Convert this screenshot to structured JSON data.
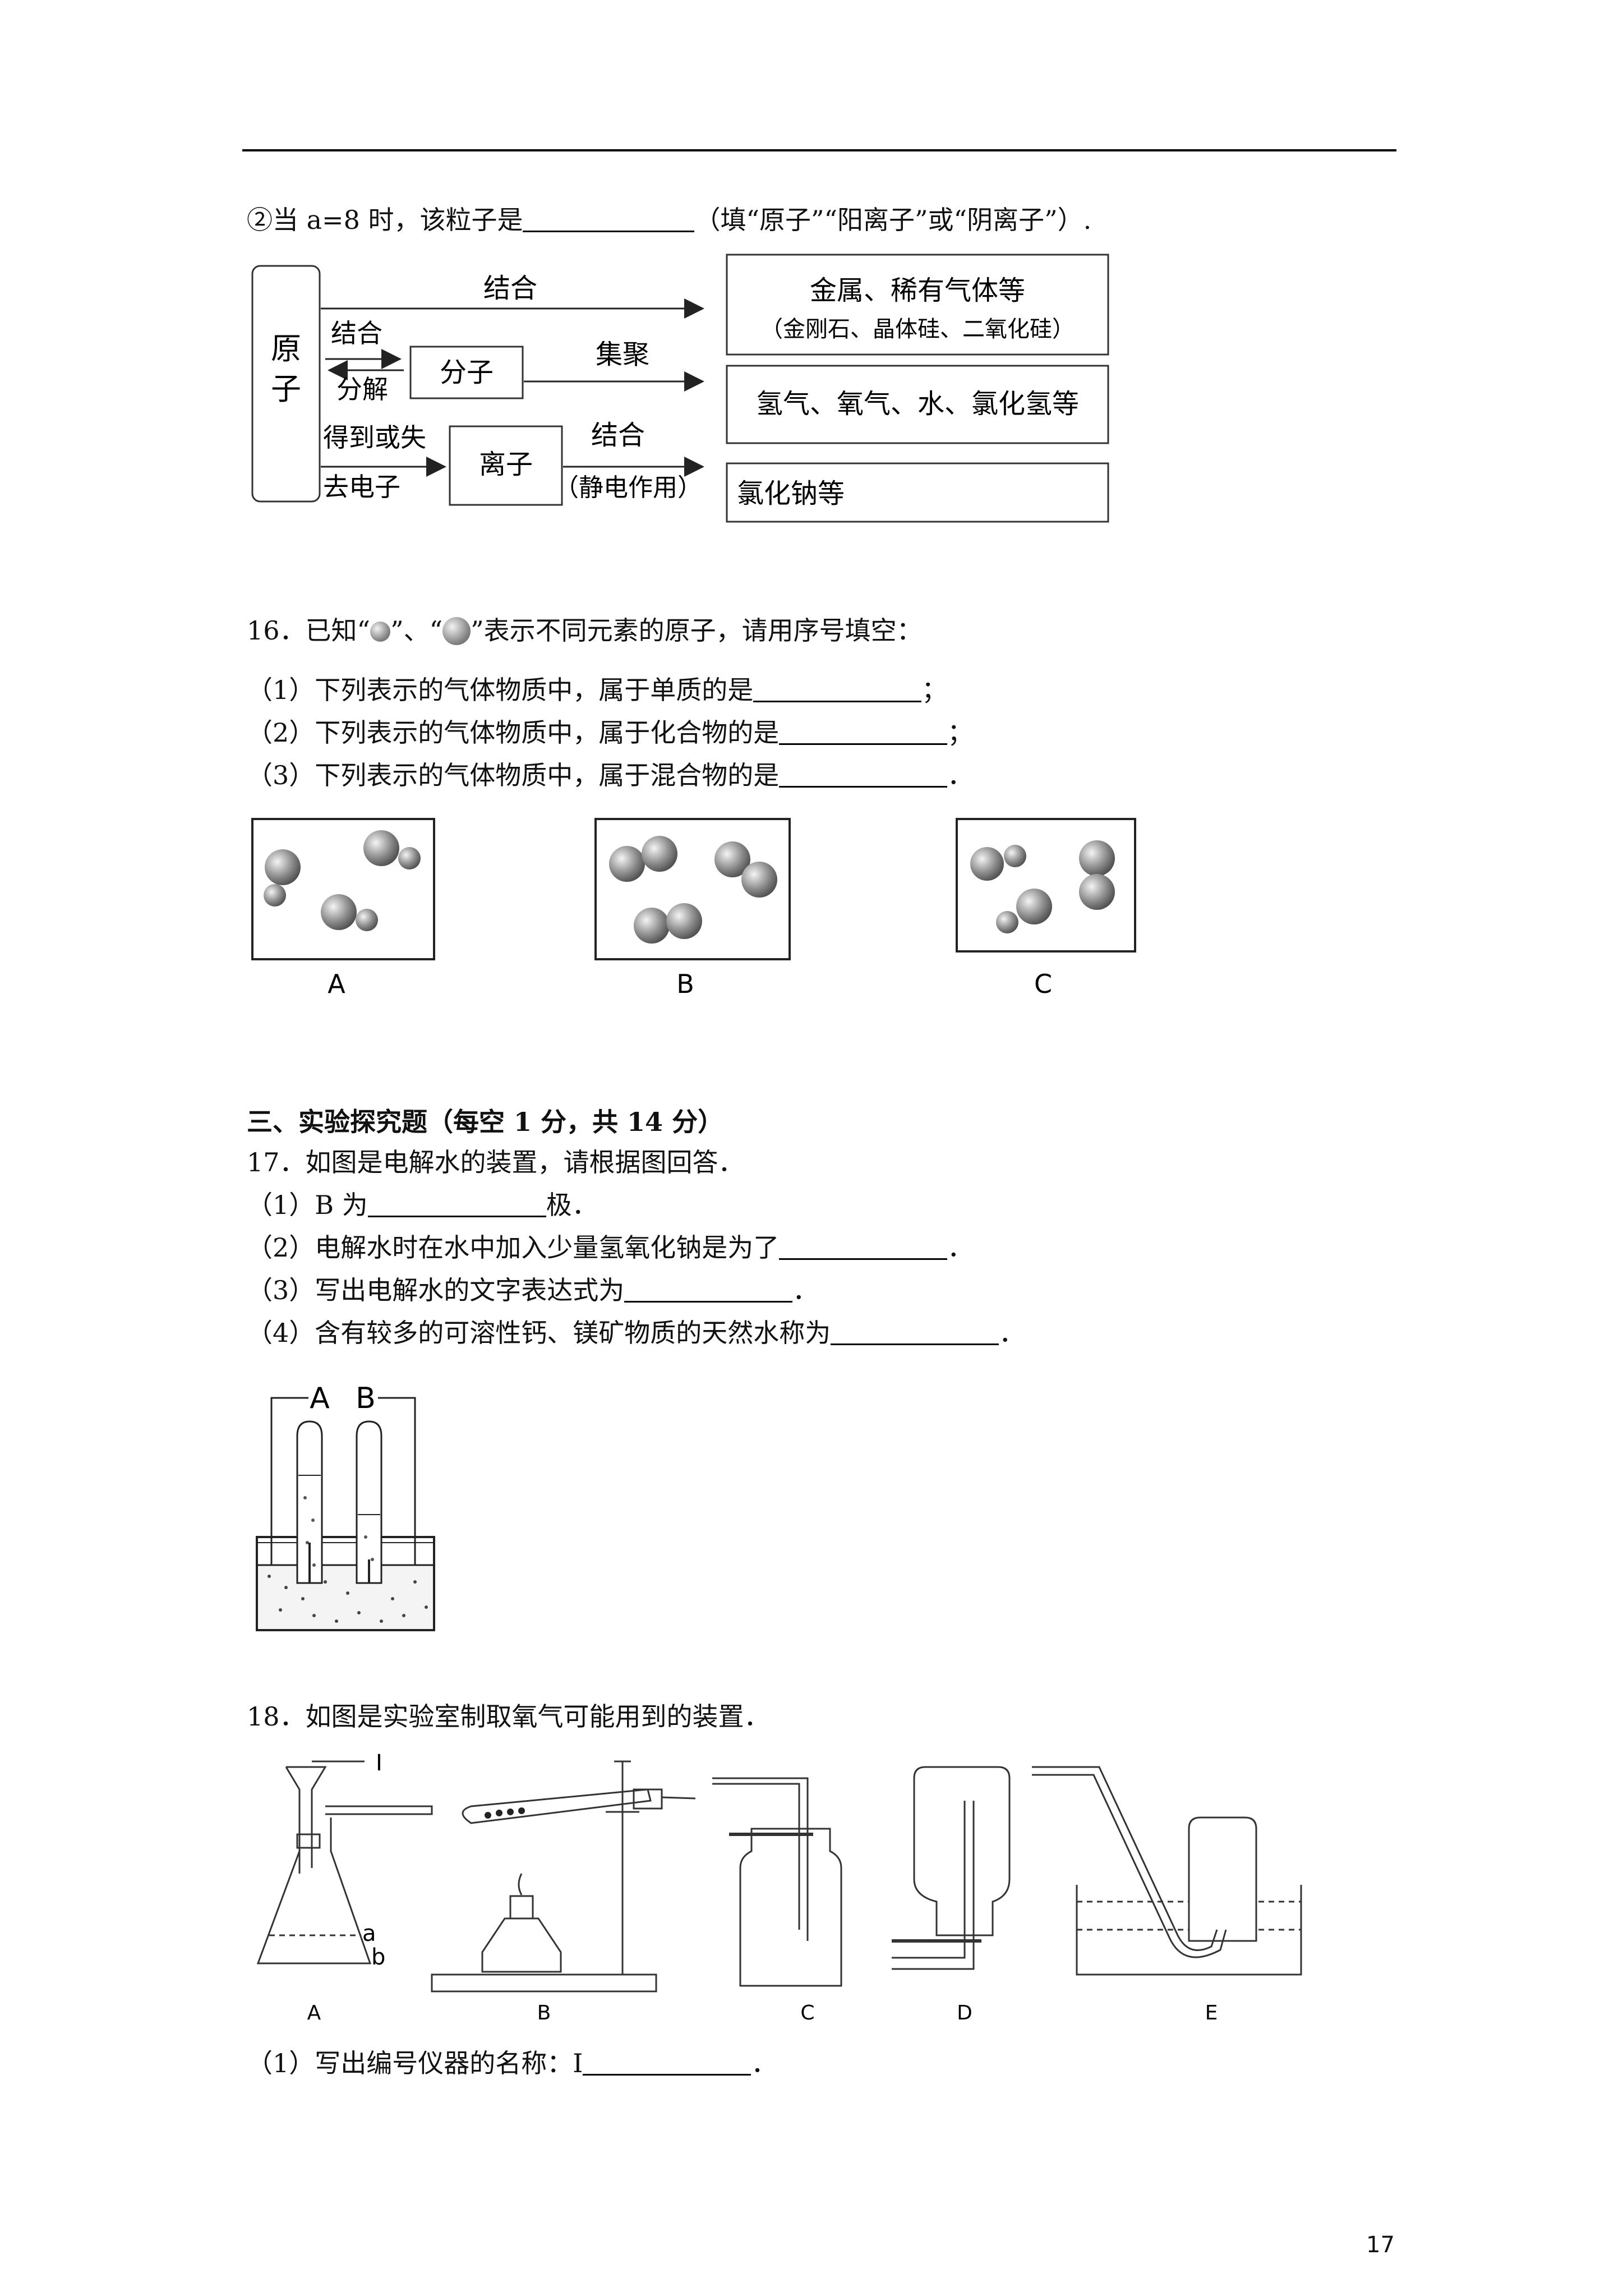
{
  "q15": {
    "line2_before": "②当 a=8 时，该粒子是",
    "line2_after": "（填“原子”“阳离子”或“阴离子”）."
  },
  "diagram": {
    "atom": [
      "原",
      "子"
    ],
    "molecule": "分子",
    "ion": "离子",
    "arrow_top": "结合",
    "arrow_combine": "结合",
    "arrow_decompose": "分解",
    "gain_lose_1": "得到或失",
    "gain_lose_2": "去电子",
    "gather": "集聚",
    "ion_combine": "结合",
    "static": "（静电作用）",
    "box1_line1": "金属、稀有气体等",
    "box1_line2": "（金刚石、晶体硅、二氧化硅）",
    "box2": "氢气、氧气、水、氯化氢等",
    "box3": "氯化钠等"
  },
  "q16": {
    "intro_a": "16．已知“",
    "intro_b": "”、“",
    "intro_c": "”表示不同元素的原子，请用序号填空：",
    "p1": "（1）下列表示的气体物质中，属于单质的是",
    "p2": "（2）下列表示的气体物质中，属于化合物的是",
    "p3": "（3）下列表示的气体物质中，属于混合物的是",
    "end_semi": "；",
    "end_dot": "．",
    "options": [
      "A",
      "B",
      "C"
    ]
  },
  "section3": {
    "title": "三、实验探究题（每空 1 分，共 14 分）"
  },
  "q17": {
    "intro": "17．如图是电解水的装置，请根据图回答．",
    "p1_before": "（1）B 为",
    "p1_after": "极．",
    "p2": "（2）电解水时在水中加入少量氢氧化钠是为了",
    "p3": "（3）写出电解水的文字表达式为",
    "p4": "（4）含有较多的可溶性钙、镁矿物质的天然水称为",
    "end_dot": "．",
    "tube_labels": [
      "A",
      "B"
    ]
  },
  "q18": {
    "intro": "18．如图是实验室制取氧气可能用到的装置．",
    "apparatus_labels": [
      "A",
      "B",
      "C",
      "D",
      "E"
    ],
    "marker_i": "I",
    "marker_a": "a",
    "marker_b": "b",
    "p1": "（1）写出编号仪器的名称：Ⅰ",
    "end_dot": "．"
  },
  "page_number": "17"
}
